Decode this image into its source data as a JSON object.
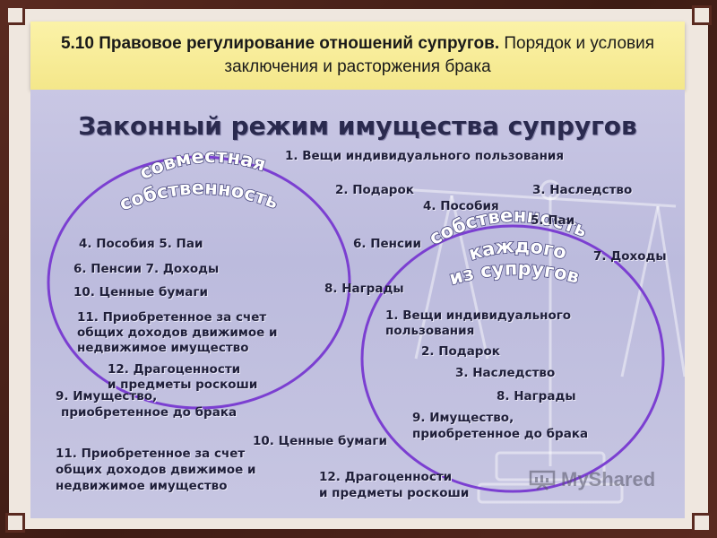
{
  "header": {
    "title_bold": "5.10 Правовое регулирование отношений супругов.",
    "title_rest": " Порядок и условия заключения и расторжения брака"
  },
  "diagram": {
    "title": "Законный режим имущества супругов",
    "joint_circle": {
      "arc_label_1": "совместная",
      "arc_label_2": "собственность",
      "items": {
        "a": "4. Пособия  5. Паи",
        "b": "6. Пенсии  7. Доходы",
        "c": "10. Ценные бумаги",
        "d1": "11. Приобретенное за счет",
        "d2": "общих доходов движимое и",
        "d3": "недвижимое имущество",
        "e1": "12. Драгоценности",
        "e2": "и предметы роскоши"
      }
    },
    "separate_circle": {
      "arc_label_1": "собственность",
      "arc_label_2": "каждого",
      "arc_label_3": "из супругов",
      "items": {
        "a1": "1.  Вещи индивидуального",
        "a2": "пользования",
        "b": "2. Подарок",
        "c": "3. Наследство",
        "d": "8. Награды",
        "e1": "9. Имущество,",
        "e2": "приобретенное до брака"
      }
    },
    "outside": {
      "o1": "1. Вещи индивидуального пользования",
      "o2": "2. Подарок",
      "o3": "3. Наследство",
      "o4": "4. Пособия",
      "o5": "5. Паи",
      "o6": "6. Пенсии",
      "o7": "7. Доходы",
      "o8": "8. Награды",
      "o9a": "9. Имущество,",
      "o9b": "приобретенное до брака",
      "o10": "10. Ценные бумаги",
      "o11a": "11. Приобретенное за счет",
      "o11b": "общих доходов движимое и",
      "o11c": "недвижимое имущество",
      "o12a": "12. Драгоценности",
      "o12b": "и предметы роскоши"
    },
    "circle_color": "#7b3fd1"
  },
  "watermark": {
    "text": "MyShared",
    "icon": "presentation-board-icon"
  }
}
